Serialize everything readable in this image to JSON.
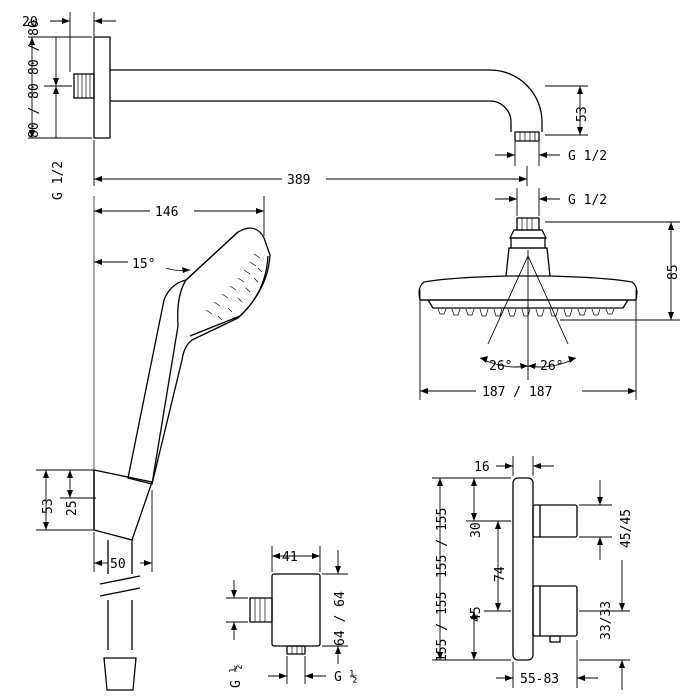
{
  "shower_arm": {
    "wall_plate_width": "20",
    "offset_upper": "80 / 80",
    "offset_lower": "80 / 80",
    "wall_thread": "G 1/2",
    "drop": "53",
    "outlet_thread": "G 1/2",
    "length": "389"
  },
  "overhead_shower": {
    "inlet_thread": "G 1/2",
    "height": "85",
    "angle_left": "26°",
    "angle_right": "26°",
    "diameter": "187 / 187"
  },
  "hand_shower": {
    "length": "146",
    "angle": "15°",
    "holder_height": "53",
    "holder_offset": "25",
    "holder_width": "50"
  },
  "wall_outlet": {
    "width": "41",
    "height": "64 / 64",
    "thread_left": "G ½",
    "thread_bottom": "G ½"
  },
  "thermostat": {
    "depth": "16",
    "height_top": "155 / 155",
    "height_bottom": "155 / 155",
    "knob_upper": "45/45",
    "knob_upper_inner": "30",
    "spacing": "74",
    "knob_lower": "45",
    "knob_lower_outer": "33/33",
    "projection": "55-83"
  }
}
